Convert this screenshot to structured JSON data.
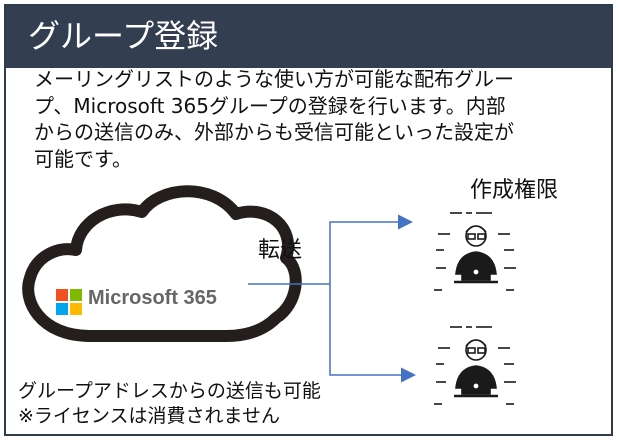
{
  "header": {
    "title": "グループ登録"
  },
  "description": [
    "メーリングリストのような使い方が可能な配布グルー",
    "プ、Microsoft 365グループの登録を行います。内部",
    "からの送信のみ、外部からも受信可能といった設定が",
    "可能です。"
  ],
  "diagram": {
    "permission_label": "作成権限",
    "transfer_label": "転送",
    "cloud_label": "Microsoft 365",
    "note_lines": [
      "グループアドレスからの送信も可能",
      "※ライセンスは消費されません"
    ],
    "users": [
      {
        "icon": "user-laptop-icon"
      },
      {
        "icon": "user-laptop-icon"
      }
    ],
    "colors": {
      "header_bg": "#333e50",
      "arrow": "#4472c4",
      "cloud_outline": "#241f1c",
      "ms_red": "#f25022",
      "ms_green": "#7fba00",
      "ms_blue": "#00a4ef",
      "ms_yellow": "#ffb900"
    }
  }
}
